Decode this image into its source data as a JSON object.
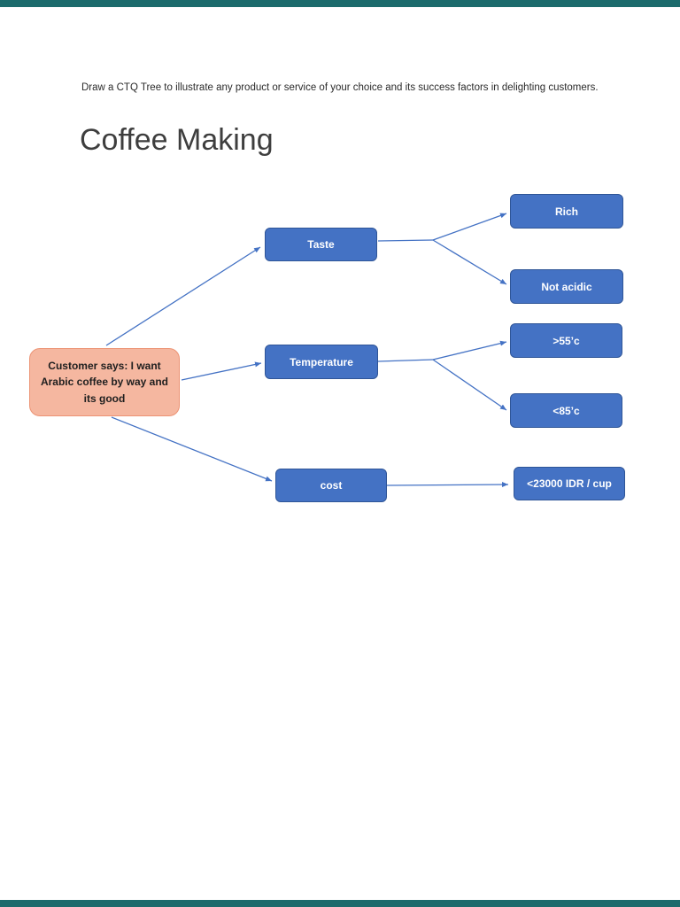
{
  "document": {
    "instructions": "Draw a CTQ Tree to illustrate any product or service of your choice and its success factors in delighting customers.",
    "title": "Coffee Making"
  },
  "diagram": {
    "root": {
      "label": "Customer says: I want\nArabic coffee by way and\nits  good"
    },
    "level1": [
      {
        "label": "Taste"
      },
      {
        "label": "Temperature"
      },
      {
        "label": "cost"
      }
    ],
    "level2": [
      {
        "label": "Rich"
      },
      {
        "label": "Not acidic"
      },
      {
        "label": ">55’c"
      },
      {
        "label": "<85’c"
      },
      {
        "label": "<23000 IDR / cup"
      }
    ],
    "colors": {
      "node_fill": "#4472C4",
      "node_border": "#2F5597",
      "root_fill": "#F5B7A0",
      "root_border": "#EC9374",
      "connector": "#4472C4",
      "page_band": "#1C6B6C"
    }
  }
}
